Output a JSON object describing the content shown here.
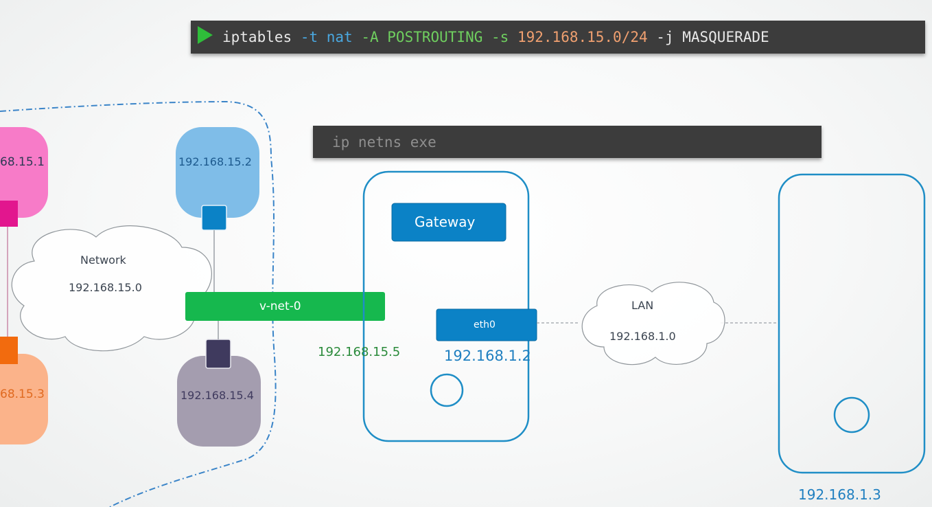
{
  "command1": {
    "tokens": [
      {
        "text": "iptables",
        "color": "#e8e8e8"
      },
      {
        "text": "-t",
        "color": "#4aa8e0"
      },
      {
        "text": "nat",
        "color": "#4aa8e0"
      },
      {
        "text": "-A POSTROUTING",
        "color": "#6fcf5f"
      },
      {
        "text": "-s",
        "color": "#6fcf5f"
      },
      {
        "text": "192.168.15.0/24",
        "color": "#f0a070"
      },
      {
        "text": "-j MASQUERADE",
        "color": "#e8e8e8"
      }
    ]
  },
  "command2": {
    "text": "ip netns exe"
  },
  "namespaces": {
    "ns1": {
      "ip": "68.15.1",
      "color": "#f77bc8"
    },
    "ns2": {
      "ip": "192.168.15.2",
      "color": "#7fbde8"
    },
    "ns3": {
      "ip": "68.15.3",
      "color": "#fbb38a"
    },
    "ns4": {
      "ip": "192.168.15.4",
      "color": "#a49daf"
    }
  },
  "network_cloud": {
    "title": "Network",
    "ip": "192.168.15.0"
  },
  "bridge": {
    "label": "v-net-0",
    "ip": "192.168.15.5",
    "color": "#16b84e"
  },
  "gateway": {
    "label": "Gateway",
    "interface": "eth0",
    "ip": "192.168.1.2"
  },
  "lan_cloud": {
    "title": "LAN",
    "ip": "192.168.1.0"
  },
  "remote_host": {
    "ip": "192.168.1.3"
  }
}
